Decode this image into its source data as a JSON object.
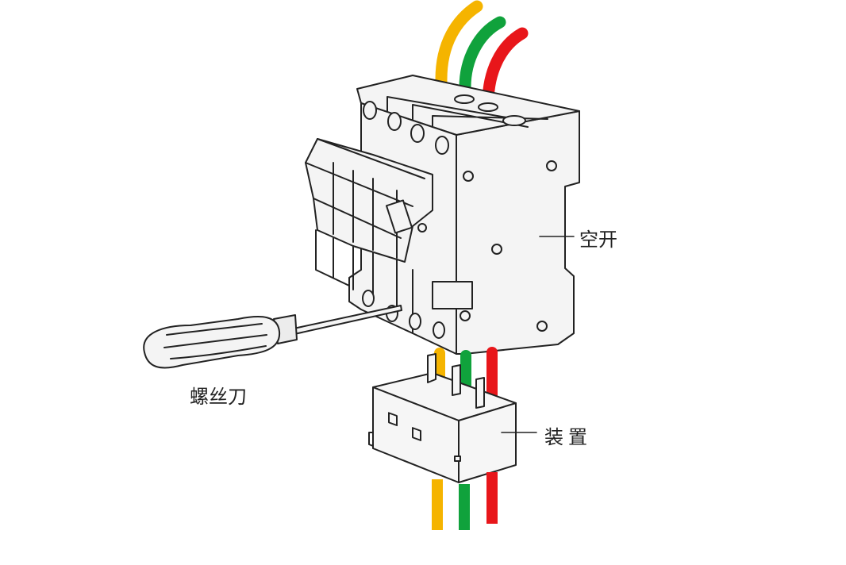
{
  "labels": {
    "breaker": "空开",
    "screwdriver": "螺丝刀",
    "device": "装置"
  },
  "colors": {
    "wire_yellow": "#f5b400",
    "wire_green": "#10a23c",
    "wire_red": "#e8161a",
    "outline": "#222222",
    "body_fill": "#f4f4f4"
  }
}
